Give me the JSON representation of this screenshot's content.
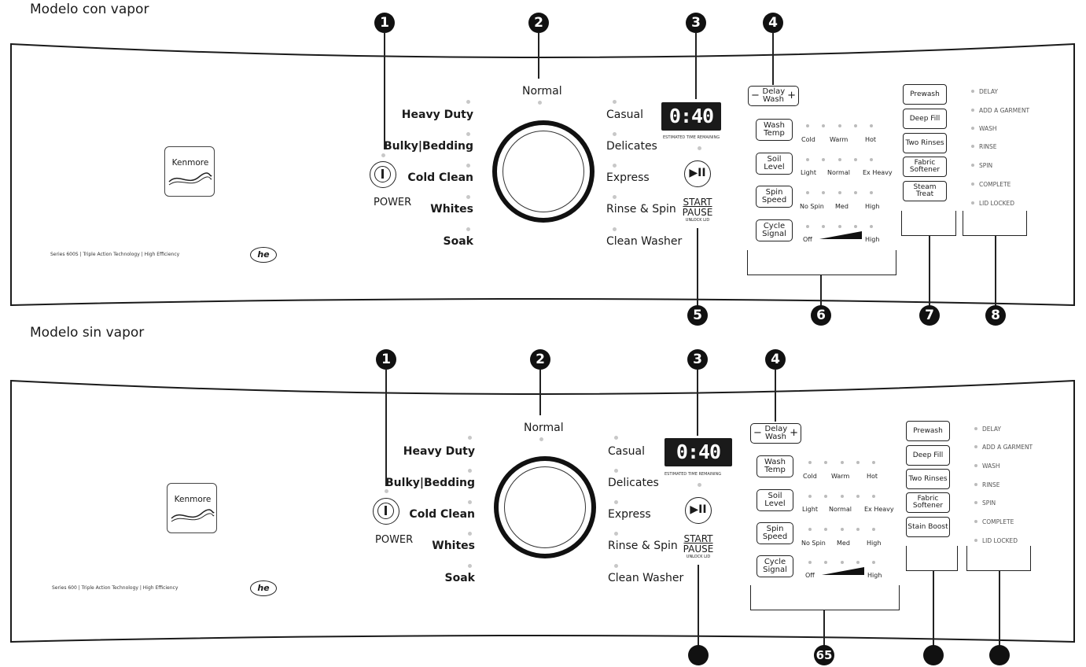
{
  "models": [
    {
      "title": "Modelo con vapor",
      "brand": "Kenmore",
      "series_text": "Series 600S  |   Triple Action Technology   |   High Efficiency",
      "he": "he",
      "power_label": "POWER",
      "cycles_left": [
        "Heavy Duty",
        "Bulky|Bedding",
        "Cold Clean",
        "Whites",
        "Soak"
      ],
      "cycle_top": "Normal",
      "cycles_right": [
        "Casual",
        "Delicates",
        "Express",
        "Rinse & Spin",
        "Clean Washer"
      ],
      "display": "0:40",
      "display_caption": "ESTIMATED TIME REMAINING",
      "start_label": "START",
      "pause_label": "PAUSE",
      "unlock_label": "UNLOCK LID",
      "play_glyph": "▶II",
      "delay_minus": "−",
      "delay_label": "Delay Wash",
      "delay_plus": "+",
      "settings": [
        {
          "label": "Wash Temp",
          "levels": [
            "Cold",
            "Warm",
            "Hot"
          ]
        },
        {
          "label": "Soil Level",
          "levels": [
            "Light",
            "Normal",
            "Ex Heavy"
          ]
        },
        {
          "label": "Spin Speed",
          "levels": [
            "No Spin",
            "Med",
            "High"
          ]
        },
        {
          "label": "Cycle Signal",
          "levels": [
            "Off",
            "",
            "High"
          ]
        }
      ],
      "options": [
        "Prewash",
        "Deep Fill",
        "Two Rinses",
        "Fabric Softener",
        "Steam Treat"
      ],
      "status": [
        "DELAY",
        "ADD A GARMENT",
        "WASH",
        "RINSE",
        "SPIN",
        "COMPLETE",
        "LID LOCKED"
      ],
      "callouts_top": [
        "1",
        "2",
        "3",
        "4"
      ],
      "callouts_bottom": [
        "5",
        "6",
        "7",
        "8"
      ]
    },
    {
      "title": "Modelo sin vapor",
      "brand": "Kenmore",
      "series_text": "Series 600   |   Triple Action Technology   |   High Efficiency",
      "he": "he",
      "power_label": "POWER",
      "cycles_left": [
        "Heavy Duty",
        "Bulky|Bedding",
        "Cold Clean",
        "Whites",
        "Soak"
      ],
      "cycle_top": "Normal",
      "cycles_right": [
        "Casual",
        "Delicates",
        "Express",
        "Rinse & Spin",
        "Clean Washer"
      ],
      "display": "0:40",
      "display_caption": "ESTIMATED TIME REMAINING",
      "start_label": "START",
      "pause_label": "PAUSE",
      "unlock_label": "UNLOCK LID",
      "play_glyph": "▶II",
      "delay_minus": "−",
      "delay_label": "Delay Wash",
      "delay_plus": "+",
      "settings": [
        {
          "label": "Wash Temp",
          "levels": [
            "Cold",
            "Warm",
            "Hot"
          ]
        },
        {
          "label": "Soil Level",
          "levels": [
            "Light",
            "Normal",
            "Ex Heavy"
          ]
        },
        {
          "label": "Spin Speed",
          "levels": [
            "No Spin",
            "Med",
            "High"
          ]
        },
        {
          "label": "Cycle Signal",
          "levels": [
            "Off",
            "",
            "High"
          ]
        }
      ],
      "options": [
        "Prewash",
        "Deep Fill",
        "Two Rinses",
        "Fabric Softener",
        "Stain Boost"
      ],
      "status": [
        "DELAY",
        "ADD A GARMENT",
        "WASH",
        "RINSE",
        "SPIN",
        "COMPLETE",
        "LID LOCKED"
      ],
      "callouts_top": [
        "1",
        "2",
        "3",
        "4"
      ],
      "callouts_bottom": [
        "",
        "65",
        "",
        ""
      ]
    }
  ]
}
